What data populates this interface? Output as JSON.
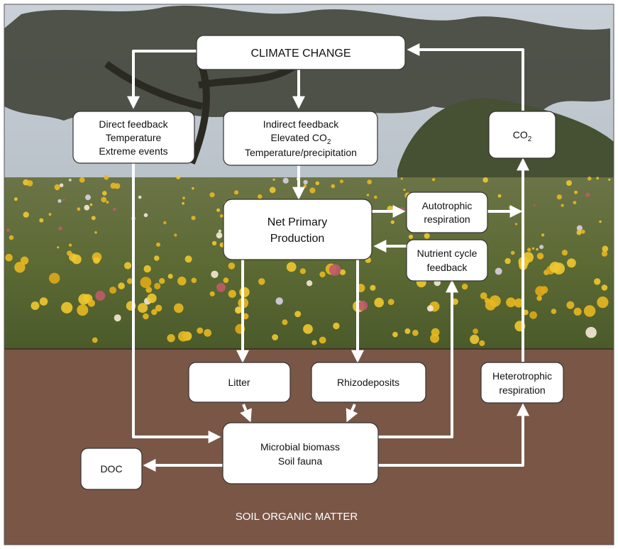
{
  "diagram": {
    "nodes": {
      "climate_change": {
        "label": "CLIMATE CHANGE"
      },
      "direct_feedback": {
        "lines": [
          "Direct feedback",
          "Temperature",
          "Extreme events"
        ]
      },
      "indirect_feedback": {
        "line1": "Indirect feedback",
        "line2_main": "Elevated CO",
        "line2_sub": "2",
        "line3": "Temperature/precipitation"
      },
      "co2": {
        "main": "CO",
        "sub": "2"
      },
      "net_primary_production": {
        "lines": [
          "Net Primary",
          "Production"
        ]
      },
      "autotrophic_respiration": {
        "lines": [
          "Autotrophic",
          "respiration"
        ]
      },
      "nutrient_cycle_feedback": {
        "lines": [
          "Nutrient cycle",
          "feedback"
        ]
      },
      "litter": {
        "label": "Litter"
      },
      "rhizodeposits": {
        "label": "Rhizodeposits"
      },
      "heterotrophic_respiration": {
        "lines": [
          "Heterotrophic",
          "respiration"
        ]
      },
      "microbial_biomass": {
        "lines": [
          "Microbial biomass",
          "Soil fauna"
        ]
      },
      "doc": {
        "label": "DOC"
      }
    },
    "soil_label": "SOIL ORGANIC MATTER",
    "colors": {
      "soil": "#7a5647",
      "sky": "#b9c2cc",
      "arrow": "#ffffff",
      "box_fill": "#ffffff",
      "box_stroke": "#333333",
      "flower_yellow": "#e8b820",
      "foliage": "#4c5a34"
    }
  }
}
